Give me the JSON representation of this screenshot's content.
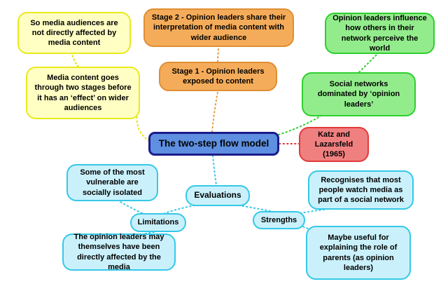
{
  "diagram": {
    "title": "The two-step flow model",
    "nodes": {
      "center": "The two-step flow model",
      "so_media": "So media audiences are not directly affected by media content",
      "media_content": "Media content goes through two stages before it has an ‘effect’ on wider audiences",
      "stage2": "Stage 2 - Opinion leaders share their interpretation of media content with wider audience",
      "stage1": "Stage 1 - Opinion leaders exposed to content",
      "opinion_influence": "Opinion leaders influence how others in their network perceive the world",
      "social_networks": "Social networks dominated by ‘opinion leaders’",
      "katz": "Katz and Lazarsfeld (1965)",
      "vulnerable": "Some of the most vulnerable are socially isolated",
      "evaluations": "Evaluations",
      "recognises": "Recognises that most people watch media as part of a social network",
      "limitations": "Limitations",
      "strengths": "Strengths",
      "opinion_affected": "The opinion leaders may themselves have been directly affected by the media",
      "maybe_useful": "Maybe useful for explaining the role of parents (as opinion leaders)"
    },
    "palette": {
      "yellow_fill": "#FFFFC4",
      "yellow_border": "#E9E91C",
      "orange_fill": "#F5AC5A",
      "orange_border": "#DE8F33",
      "green_fill": "#93EC8C",
      "green_border": "#2FCF2F",
      "blue_fill": "#5E8FE0",
      "blue_border": "#1B1B8A",
      "red_fill": "#F08080",
      "red_border": "#E23A3A",
      "cyan_fill": "#CAF1FB",
      "cyan_border": "#35C8E8"
    },
    "edges": [
      {
        "from": "center",
        "to": "media_content",
        "color": "#E4E400"
      },
      {
        "from": "media_content",
        "to": "so_media",
        "color": "#E4E400"
      },
      {
        "from": "center",
        "to": "stage1",
        "color": "#E89A40"
      },
      {
        "from": "stage1",
        "to": "stage2",
        "color": "#E89A40"
      },
      {
        "from": "center",
        "to": "social_networks",
        "color": "#2FCF2F"
      },
      {
        "from": "social_networks",
        "to": "opinion_influence",
        "color": "#2FCF2F"
      },
      {
        "from": "center",
        "to": "katz",
        "color": "#E23A3A"
      },
      {
        "from": "center",
        "to": "evaluations",
        "color": "#35C8E8"
      },
      {
        "from": "evaluations",
        "to": "limitations",
        "color": "#35C8E8"
      },
      {
        "from": "evaluations",
        "to": "strengths",
        "color": "#35C8E8"
      },
      {
        "from": "limitations",
        "to": "vulnerable",
        "color": "#35C8E8"
      },
      {
        "from": "limitations",
        "to": "opinion_affected",
        "color": "#35C8E8"
      },
      {
        "from": "strengths",
        "to": "recognises",
        "color": "#35C8E8"
      },
      {
        "from": "strengths",
        "to": "maybe_useful",
        "color": "#35C8E8"
      }
    ]
  }
}
